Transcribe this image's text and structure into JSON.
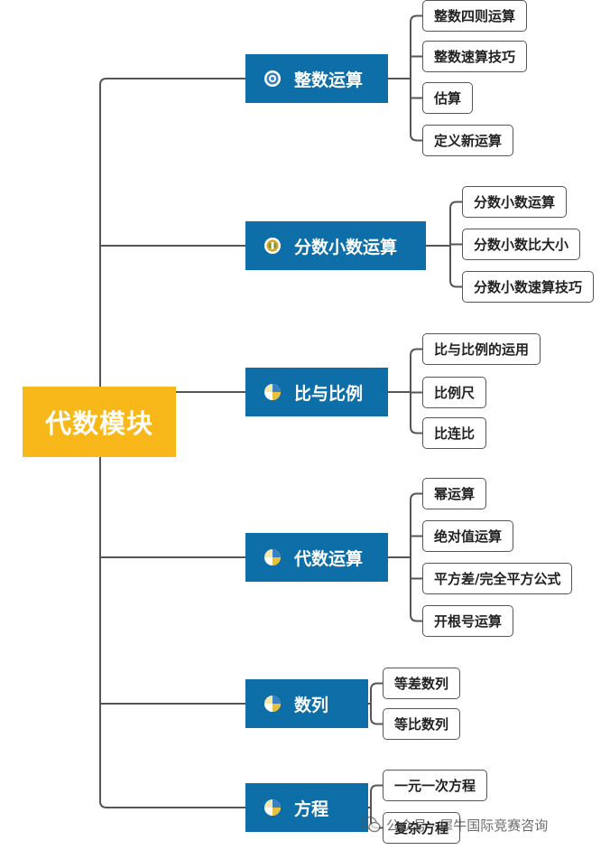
{
  "root": {
    "label": "代数模块"
  },
  "branches": [
    {
      "label": "整数运算",
      "icon": "target-icon",
      "leaves": [
        "整数四则运算",
        "整数速算技巧",
        "估算",
        "定义新运算"
      ]
    },
    {
      "label": "分数小数运算",
      "icon": "medal-icon",
      "leaves": [
        "分数小数运算",
        "分数小数比大小",
        "分数小数速算技巧"
      ]
    },
    {
      "label": "比与比例",
      "icon": "pie-chart-icon",
      "leaves": [
        "比与比例的运用",
        "比例尺",
        "比连比"
      ]
    },
    {
      "label": "代数运算",
      "icon": "pie-chart-icon",
      "leaves": [
        "幂运算",
        "绝对值运算",
        "平方差/完全平方公式",
        "开根号运算"
      ]
    },
    {
      "label": "数列",
      "icon": "pie-chart-icon",
      "leaves": [
        "等差数列",
        "等比数列"
      ]
    },
    {
      "label": "方程",
      "icon": "pie-chart-icon",
      "leaves": [
        "一元一次方程",
        "复杂方程"
      ]
    }
  ],
  "watermark": {
    "text": "公众号 · 犀牛国际竞赛咨询"
  },
  "colors": {
    "root": "#f9b81a",
    "branch": "#0d6ea8",
    "line": "#555555",
    "text": "#222222"
  }
}
